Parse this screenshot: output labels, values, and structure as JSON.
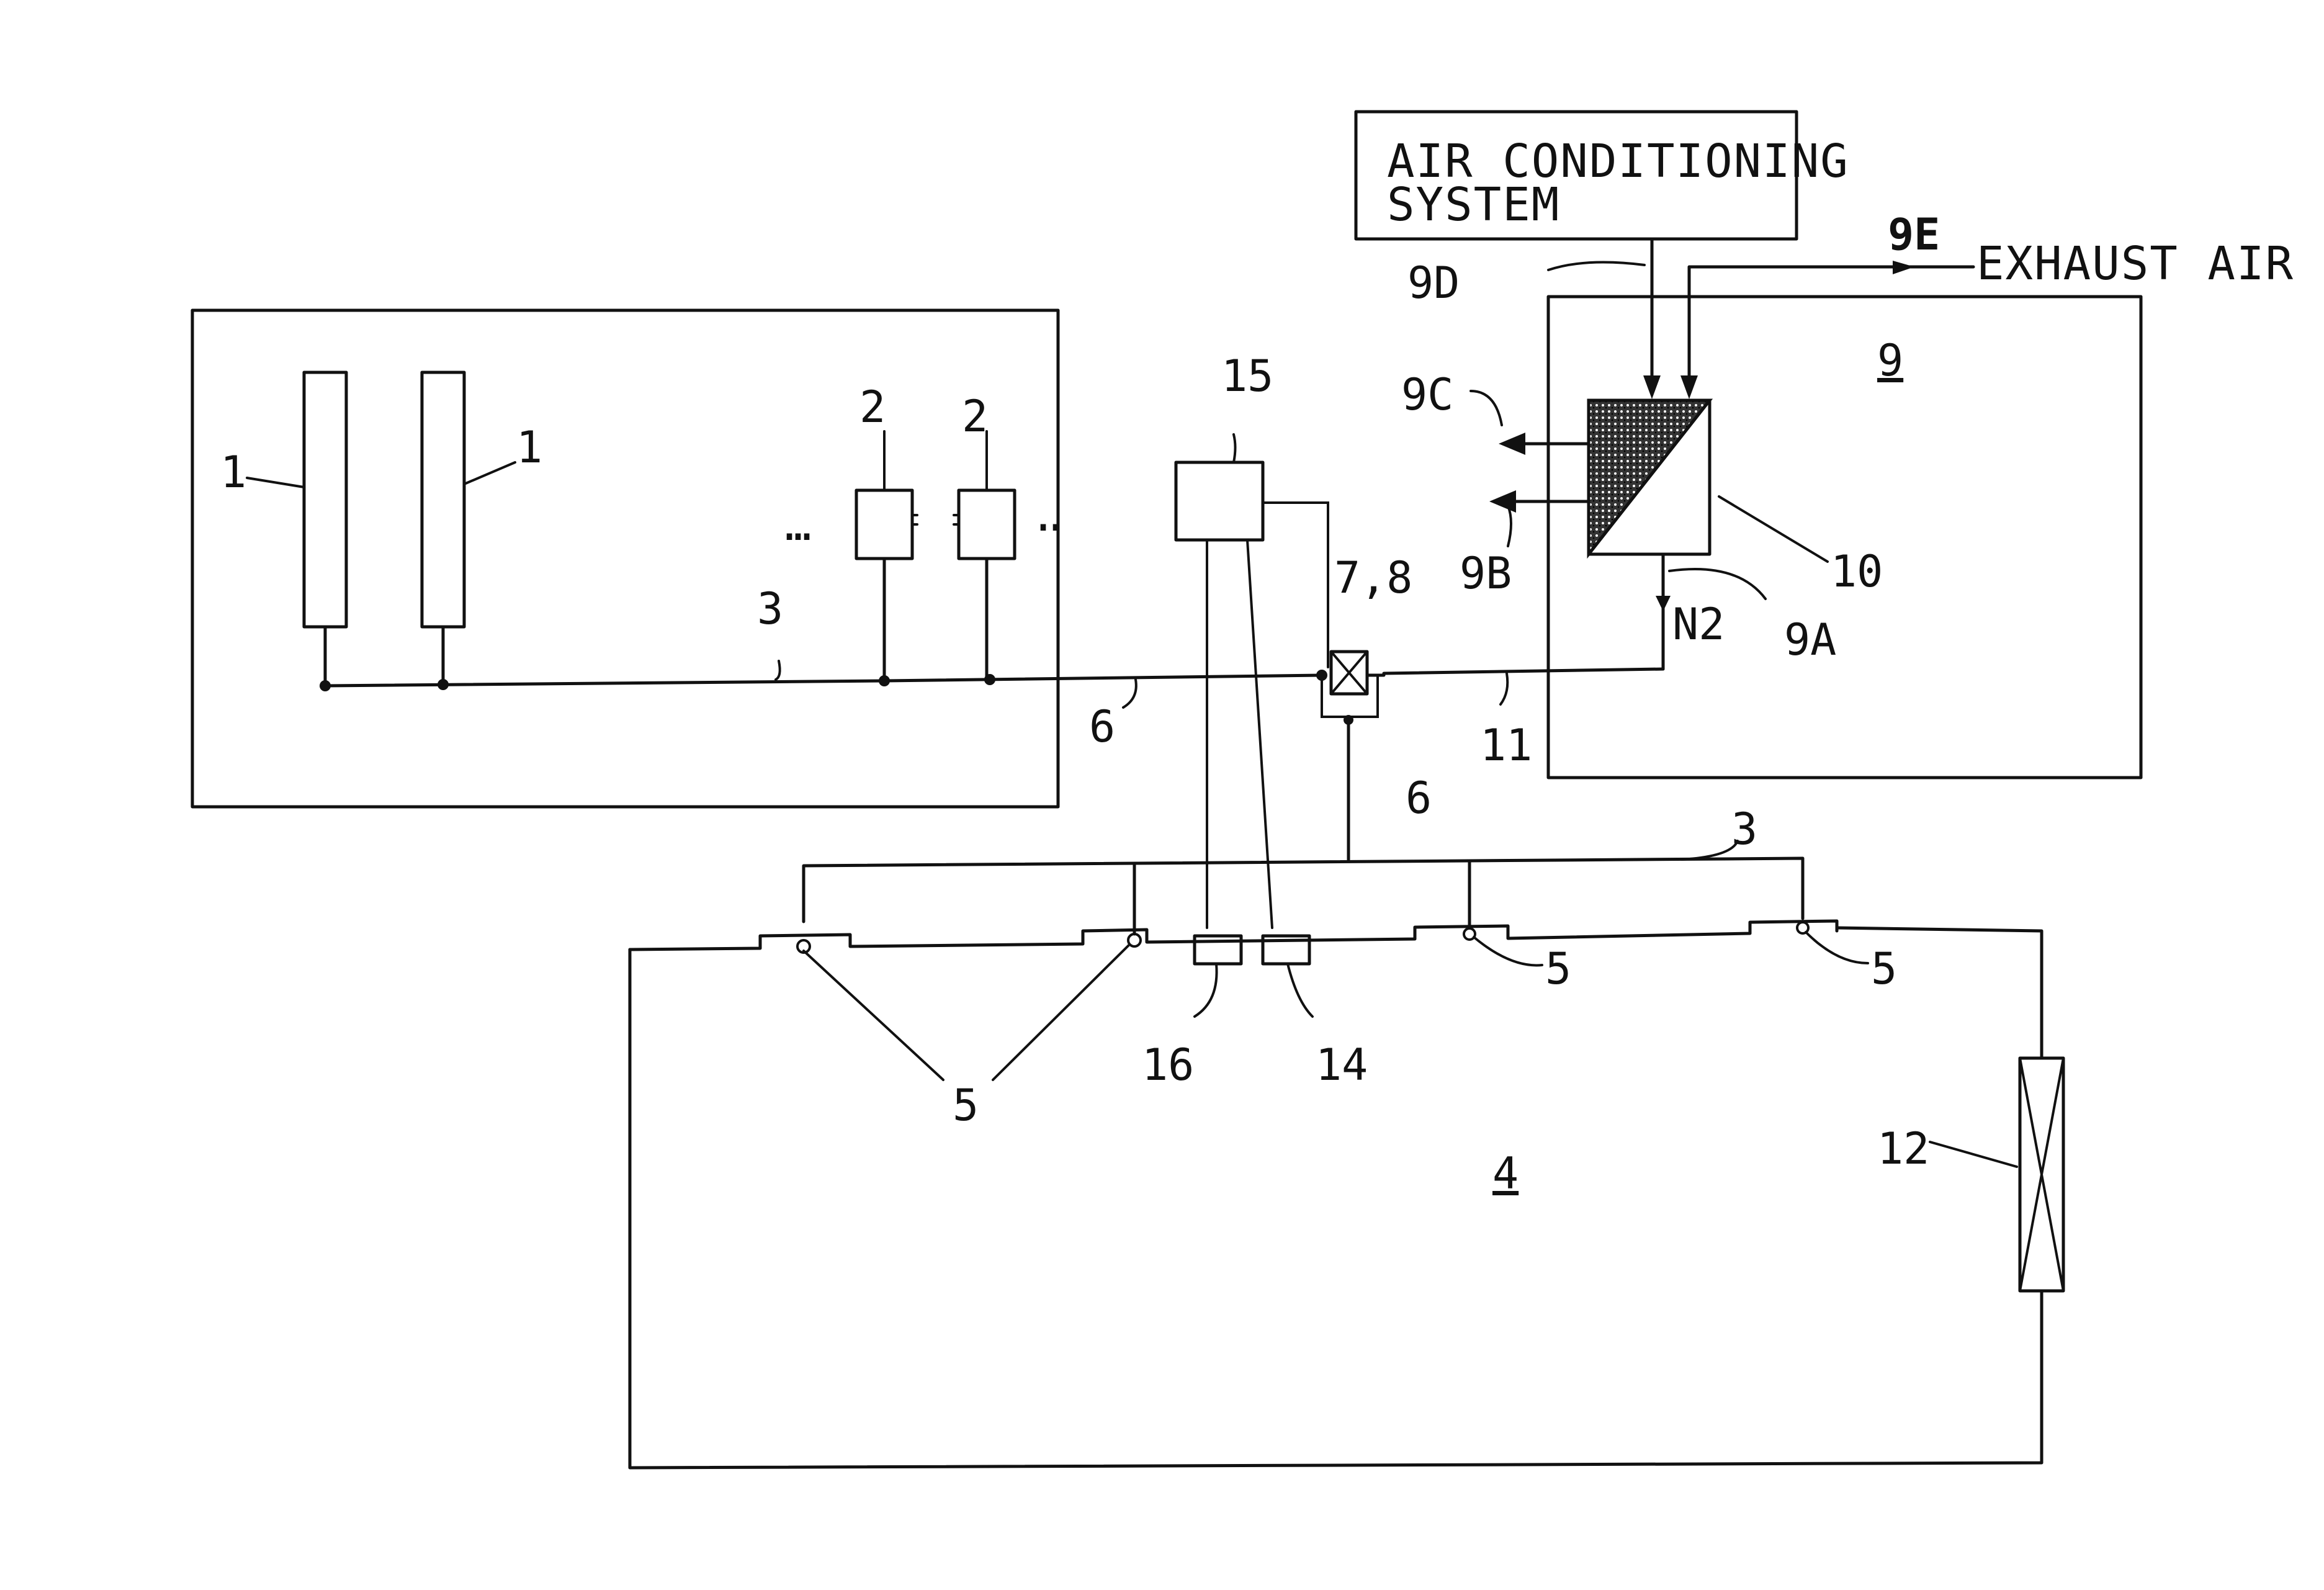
{
  "labels": {
    "air_conditioning_line1": "AIR CONDITIONING",
    "air_conditioning_line2": "SYSTEM",
    "exhaust_air": "EXHAUST AIR",
    "l9E": "9E",
    "l9D": "9D",
    "l9C": "9C",
    "l9B": "9B",
    "l9A": "9A",
    "l9": "9",
    "l10": "10",
    "lN2": "N2",
    "l15": "15",
    "l78": "7,8",
    "l1a": "1",
    "l1b": "1",
    "l2a": "2",
    "l2b": "2",
    "l3a": "3",
    "l3b": "3",
    "l6a": "6",
    "l6b": "6",
    "l11": "11",
    "l5a": "5",
    "l5b": "5",
    "l5c": "5",
    "l16": "16",
    "l14": "14",
    "l12": "12",
    "l4": "4"
  },
  "colors": {
    "ink": "#111111",
    "background": "#ffffff"
  }
}
